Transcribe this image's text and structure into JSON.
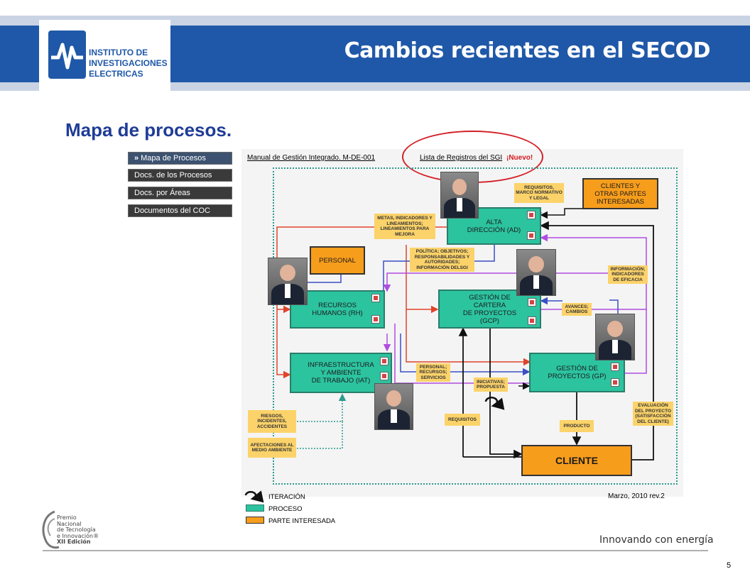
{
  "header": {
    "org_name_lines": [
      "INSTITUTO DE",
      "INVESTIGACIONES",
      "ELECTRICAS"
    ],
    "title": "Cambios recientes en el SECOD",
    "brand_color": "#1f58a8"
  },
  "subtitle": "Mapa de procesos.",
  "nav": {
    "chevron": "»",
    "items": [
      {
        "label": "Mapa de Procesos",
        "active": true
      },
      {
        "label": "Docs. de los Procesos",
        "active": false
      },
      {
        "label": "Docs. por Áreas",
        "active": false
      },
      {
        "label": "Documentos del COC",
        "active": false
      }
    ]
  },
  "diagram": {
    "manual_link": "Manual de Gestión Integrado. M-DE-001",
    "registros_link": "Lista de Registros del SGI",
    "new_badge": "¡Nuevo!",
    "processes": {
      "ad": [
        "ALTA",
        "DIRECCIÓN (AD)"
      ],
      "rh": [
        "RECURSOS",
        "HUMANOS (RH)"
      ],
      "gcp": [
        "GESTIÓN DE CARTERA",
        "DE PROYECTOS (GCP)"
      ],
      "iat": [
        "INFRAESTRUCTURA",
        "Y AMBIENTE",
        "DE TRABAJO (IAT)"
      ],
      "gp": [
        "GESTIÓN DE",
        "PROYECTOS (GP)"
      ]
    },
    "parties": {
      "clientes": [
        "CLIENTES Y",
        "OTRAS PARTES",
        "INTERESADAS"
      ],
      "personal": "PERSONAL",
      "cliente": "CLIENTE"
    },
    "notes": {
      "requisitos_marco": "REQUISITOS, MARCO NORMATIVO Y LEGAL",
      "metas": "METAS, INDICADORES Y LINEAMIENTOS; LINEAMIENTOS PARA MEJORA",
      "politica": "POLÍTICA; OBJETIVOS; RESPONSABILIDADES Y AUTORIDADES; INFORMACIÓN DELSGI",
      "informacion": "INFORMACIÓN; INDICADORES DE EFICACIA",
      "avances": "AVANCES; CAMBIOS",
      "personal_recursos": "PERSONAL; RECURSOS; SERVICIOS",
      "iniciativas": "INICIATIVAS; PROPUESTA",
      "requisitos": "REQUISITOS",
      "producto": "PRODUCTO",
      "evaluacion": "EVALUACIÓN DEL PROYECTO (SATISFACCIÓN DEL CLIENTE)",
      "riesgos": "RIESGOS, INCIDENTES, ACCIDENTES",
      "afectaciones": "AFECTACIONES AL MEDIO AMBIENTE"
    },
    "legend": {
      "iteracion": "ITERACIÓN",
      "proceso": "PROCESO",
      "parte": "PARTE INTERESADA"
    },
    "date": "Marzo, 2010   rev.2",
    "colors": {
      "process": "#2cc39f",
      "party": "#f79d1c",
      "note": "#fcd36a",
      "arrow_red": "#e0442a",
      "arrow_blue": "#3a4fc4",
      "arrow_purple": "#b04ce0",
      "arrow_black": "#111111",
      "frame_teal": "#2d9a8e"
    }
  },
  "footer": {
    "premio_lines": [
      "Premio",
      "Nacional",
      "de Tecnología",
      "e Innovación®",
      "XII Edición"
    ],
    "slogan": "Innovando con energía",
    "page_number": "5"
  }
}
